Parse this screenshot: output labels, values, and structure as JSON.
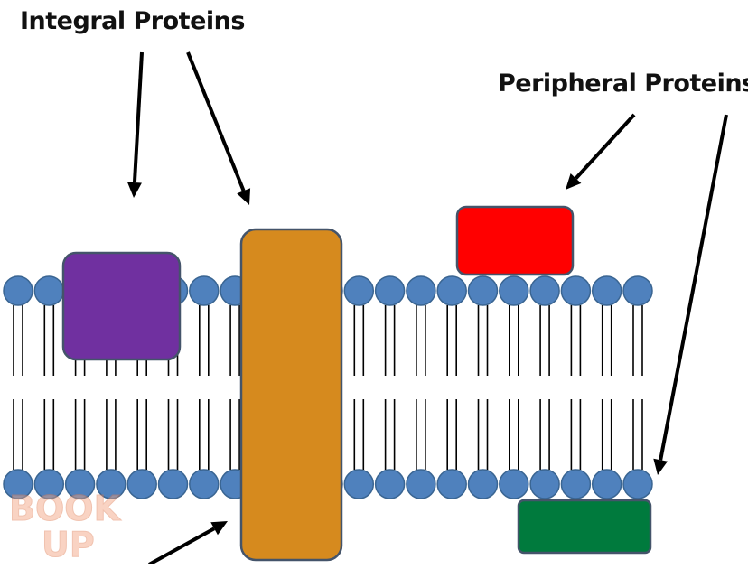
{
  "labels": {
    "integral": "Integral Proteins",
    "peripheral": "Peripheral Proteins"
  },
  "watermark": {
    "line1": "BOOK",
    "line2": "UP"
  },
  "colors": {
    "phospholipid_head": "#4f81bd",
    "phospholipid_head_stroke": "#3a6592",
    "tail": "#000000",
    "integral_protein_purple": "#7030a0",
    "integral_protein_orange": "#d68a1e",
    "peripheral_protein_red": "#ff0000",
    "peripheral_protein_green": "#007a3d",
    "protein_stroke": "#44546a",
    "arrow": "#000000",
    "watermark": "#f2a07b"
  }
}
